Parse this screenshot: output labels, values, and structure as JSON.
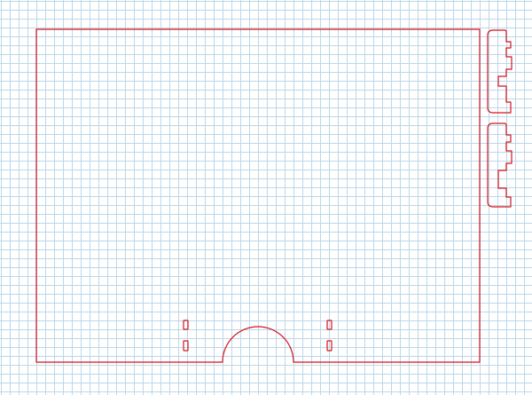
{
  "colors": {
    "background": "#ffffff",
    "grid_line": "#bcd7ea",
    "cut_line": "#d2151e"
  },
  "diagram": {
    "kind": "laser-cut-template",
    "parts": [
      "main-panel",
      "side-tab-top",
      "side-tab-bottom",
      "slot-left-top",
      "slot-left-bottom",
      "slot-right-top",
      "slot-right-bottom"
    ]
  }
}
